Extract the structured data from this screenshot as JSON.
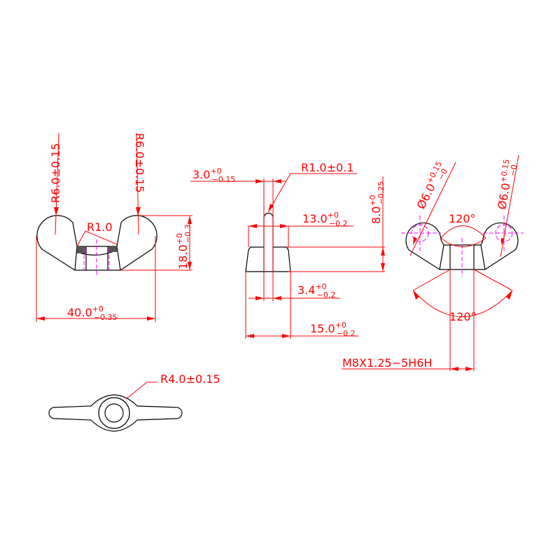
{
  "colors": {
    "outline": "#000000",
    "dimension": "#ff0000",
    "centerline": "#ff00ff",
    "background": "#ffffff"
  },
  "front_view": {
    "radius_left": "R6.0±0.15",
    "radius_right": "R6.0±0.15",
    "fillet": "R1.0",
    "width": {
      "nominal": "40.0",
      "upper": "+0",
      "lower": "−0.35"
    },
    "height": {
      "nominal": "18.0",
      "upper": "+0",
      "lower": "−0.3"
    }
  },
  "side_view": {
    "wing_thickness": {
      "nominal": "3.0",
      "upper": "+0",
      "lower": "−0.15"
    },
    "tip_radius": "R1.0±0.1",
    "top_width": {
      "nominal": "13.0",
      "upper": "+0",
      "lower": "−0.2"
    },
    "body_height": {
      "nominal": "8.0",
      "upper": "+0",
      "lower": "−0.25"
    },
    "wing_base": {
      "nominal": "3.4",
      "upper": "+0",
      "lower": "−0.2"
    },
    "base_width": {
      "nominal": "15.0",
      "upper": "+0",
      "lower": "−0.2"
    }
  },
  "right_view": {
    "hole_left": {
      "nominal": "Ø6.0",
      "upper": "+0.15",
      "lower": "−0"
    },
    "hole_right": {
      "nominal": "Ø6.0",
      "upper": "+0.15",
      "lower": "−0"
    },
    "angle_top": "120°",
    "angle_bottom": "120°",
    "thread": "M8X1.25−5H6H"
  },
  "top_view": {
    "radius": "R4.0±0.15"
  }
}
